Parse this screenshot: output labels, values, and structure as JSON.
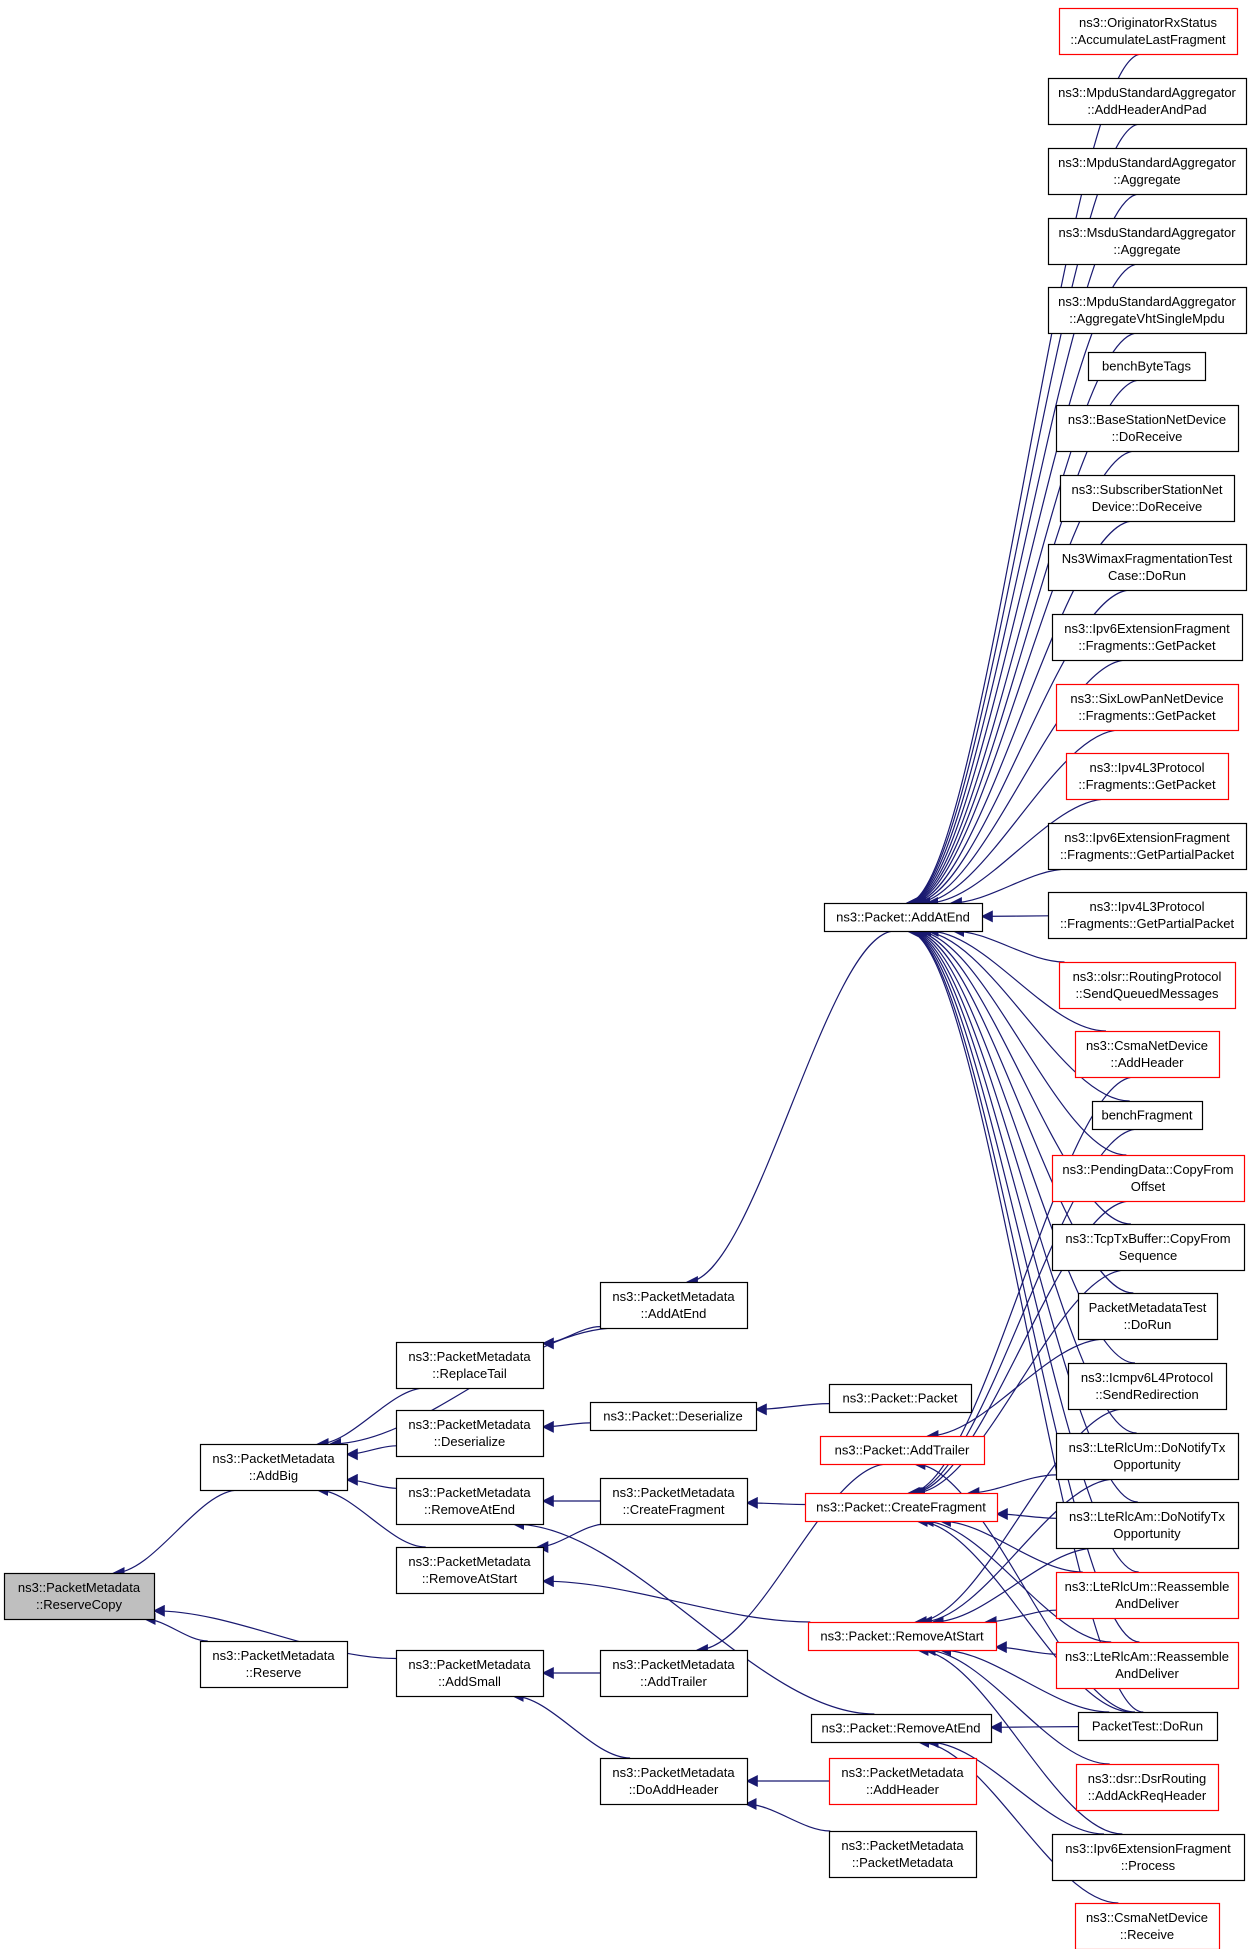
{
  "colors": {
    "edge": "#191970",
    "border_normal": "#000000",
    "border_truncated": "#ff0000",
    "fill_normal": "#ffffff",
    "fill_focus": "#bfbfbf",
    "text": "#000000"
  },
  "nodes": [
    {
      "id": "reservecopy",
      "lines": [
        "ns3::PacketMetadata",
        "::ReserveCopy"
      ],
      "style": "focus"
    },
    {
      "id": "addbig",
      "lines": [
        "ns3::PacketMetadata",
        "::AddBig"
      ],
      "style": "normal"
    },
    {
      "id": "reserve",
      "lines": [
        "ns3::PacketMetadata",
        "::Reserve"
      ],
      "style": "normal"
    },
    {
      "id": "replacetail",
      "lines": [
        "ns3::PacketMetadata",
        "::ReplaceTail"
      ],
      "style": "normal"
    },
    {
      "id": "deserialize",
      "lines": [
        "ns3::PacketMetadata",
        "::Deserialize"
      ],
      "style": "normal"
    },
    {
      "id": "removeatend",
      "lines": [
        "ns3::PacketMetadata",
        "::RemoveAtEnd"
      ],
      "style": "normal"
    },
    {
      "id": "removeatstart",
      "lines": [
        "ns3::PacketMetadata",
        "::RemoveAtStart"
      ],
      "style": "normal"
    },
    {
      "id": "addsmall",
      "lines": [
        "ns3::PacketMetadata",
        "::AddSmall"
      ],
      "style": "normal"
    },
    {
      "id": "pm_addatend",
      "lines": [
        "ns3::PacketMetadata",
        "::AddAtEnd"
      ],
      "style": "normal"
    },
    {
      "id": "pkt_deserialize",
      "lines": [
        "ns3::Packet::Deserialize"
      ],
      "style": "normal"
    },
    {
      "id": "pm_createfragment",
      "lines": [
        "ns3::PacketMetadata",
        "::CreateFragment"
      ],
      "style": "normal"
    },
    {
      "id": "pm_addtrailer",
      "lines": [
        "ns3::PacketMetadata",
        "::AddTrailer"
      ],
      "style": "normal"
    },
    {
      "id": "pm_doaddheader",
      "lines": [
        "ns3::PacketMetadata",
        "::DoAddHeader"
      ],
      "style": "normal"
    },
    {
      "id": "pkt_addatend",
      "lines": [
        "ns3::Packet::AddAtEnd"
      ],
      "style": "normal"
    },
    {
      "id": "pkt_packet",
      "lines": [
        "ns3::Packet::Packet"
      ],
      "style": "normal"
    },
    {
      "id": "pkt_addtrailer",
      "lines": [
        "ns3::Packet::AddTrailer"
      ],
      "style": "truncated"
    },
    {
      "id": "pkt_createfragment",
      "lines": [
        "ns3::Packet::CreateFragment"
      ],
      "style": "truncated"
    },
    {
      "id": "pkt_removeatstart",
      "lines": [
        "ns3::Packet::RemoveAtStart"
      ],
      "style": "truncated"
    },
    {
      "id": "pkt_removeatend",
      "lines": [
        "ns3::Packet::RemoveAtEnd"
      ],
      "style": "normal"
    },
    {
      "id": "pm_addheader",
      "lines": [
        "ns3::PacketMetadata",
        "::AddHeader"
      ],
      "style": "truncated"
    },
    {
      "id": "pm_packetmetadata",
      "lines": [
        "ns3::PacketMetadata",
        "::PacketMetadata"
      ],
      "style": "normal"
    },
    {
      "id": "r_originator",
      "lines": [
        "ns3::OriginatorRxStatus",
        "::AccumulateLastFragment"
      ],
      "style": "truncated"
    },
    {
      "id": "r_mpdu_addheaderandpad",
      "lines": [
        "ns3::MpduStandardAggregator",
        "::AddHeaderAndPad"
      ],
      "style": "normal"
    },
    {
      "id": "r_mpdu_aggregate",
      "lines": [
        "ns3::MpduStandardAggregator",
        "::Aggregate"
      ],
      "style": "normal"
    },
    {
      "id": "r_msdu_aggregate",
      "lines": [
        "ns3::MsduStandardAggregator",
        "::Aggregate"
      ],
      "style": "normal"
    },
    {
      "id": "r_mpdu_aggvht",
      "lines": [
        "ns3::MpduStandardAggregator",
        "::AggregateVhtSingleMpdu"
      ],
      "style": "normal"
    },
    {
      "id": "r_benchbytetags",
      "lines": [
        "benchByteTags"
      ],
      "style": "normal"
    },
    {
      "id": "r_basestation",
      "lines": [
        "ns3::BaseStationNetDevice",
        "::DoReceive"
      ],
      "style": "normal"
    },
    {
      "id": "r_subscriber",
      "lines": [
        "ns3::SubscriberStationNet",
        "Device::DoReceive"
      ],
      "style": "normal"
    },
    {
      "id": "r_wimaxfrag",
      "lines": [
        "Ns3WimaxFragmentationTest",
        "Case::DoRun"
      ],
      "style": "normal"
    },
    {
      "id": "r_ipv6ext_getpacket",
      "lines": [
        "ns3::Ipv6ExtensionFragment",
        "::Fragments::GetPacket"
      ],
      "style": "normal"
    },
    {
      "id": "r_sixlowpan",
      "lines": [
        "ns3::SixLowPanNetDevice",
        "::Fragments::GetPacket"
      ],
      "style": "truncated"
    },
    {
      "id": "r_ipv4l3_getpacket",
      "lines": [
        "ns3::Ipv4L3Protocol",
        "::Fragments::GetPacket"
      ],
      "style": "truncated"
    },
    {
      "id": "r_ipv6ext_partial",
      "lines": [
        "ns3::Ipv6ExtensionFragment",
        "::Fragments::GetPartialPacket"
      ],
      "style": "normal"
    },
    {
      "id": "r_ipv4l3_partial",
      "lines": [
        "ns3::Ipv4L3Protocol",
        "::Fragments::GetPartialPacket"
      ],
      "style": "normal"
    },
    {
      "id": "r_olsr",
      "lines": [
        "ns3::olsr::RoutingProtocol",
        "::SendQueuedMessages"
      ],
      "style": "truncated"
    },
    {
      "id": "r_csma_addheader",
      "lines": [
        "ns3::CsmaNetDevice",
        "::AddHeader"
      ],
      "style": "truncated"
    },
    {
      "id": "r_benchfragment",
      "lines": [
        "benchFragment"
      ],
      "style": "normal"
    },
    {
      "id": "r_pendingdata",
      "lines": [
        "ns3::PendingData::CopyFrom",
        "Offset"
      ],
      "style": "truncated"
    },
    {
      "id": "r_tcptxbuffer",
      "lines": [
        "ns3::TcpTxBuffer::CopyFrom",
        "Sequence"
      ],
      "style": "normal"
    },
    {
      "id": "r_packetmetadatatest",
      "lines": [
        "PacketMetadataTest",
        "::DoRun"
      ],
      "style": "normal"
    },
    {
      "id": "r_icmpv6",
      "lines": [
        "ns3::Icmpv6L4Protocol",
        "::SendRedirection"
      ],
      "style": "normal"
    },
    {
      "id": "r_ltercum_notify",
      "lines": [
        "ns3::LteRlcUm::DoNotifyTx",
        "Opportunity"
      ],
      "style": "normal"
    },
    {
      "id": "r_lterlcam_notify",
      "lines": [
        "ns3::LteRlcAm::DoNotifyTx",
        "Opportunity"
      ],
      "style": "normal"
    },
    {
      "id": "r_ltercum_reassemble",
      "lines": [
        "ns3::LteRlcUm::Reassemble",
        "AndDeliver"
      ],
      "style": "truncated"
    },
    {
      "id": "r_lterlcam_reassemble",
      "lines": [
        "ns3::LteRlcAm::Reassemble",
        "AndDeliver"
      ],
      "style": "truncated"
    },
    {
      "id": "r_packettest",
      "lines": [
        "PacketTest::DoRun"
      ],
      "style": "normal"
    },
    {
      "id": "r_dsr",
      "lines": [
        "ns3::dsr::DsrRouting",
        "::AddAckReqHeader"
      ],
      "style": "truncated"
    },
    {
      "id": "r_ipv6ext_process",
      "lines": [
        "ns3::Ipv6ExtensionFragment",
        "::Process"
      ],
      "style": "normal"
    },
    {
      "id": "r_csma_receive",
      "lines": [
        "ns3::CsmaNetDevice",
        "::Receive"
      ],
      "style": "truncated"
    }
  ],
  "edges": [
    [
      "addbig",
      "reservecopy"
    ],
    [
      "reserve",
      "reservecopy"
    ],
    [
      "addsmall",
      "reservecopy"
    ],
    [
      "pm_addatend",
      "addbig"
    ],
    [
      "replacetail",
      "addbig"
    ],
    [
      "deserialize",
      "addbig"
    ],
    [
      "removeatend",
      "addbig"
    ],
    [
      "removeatstart",
      "addbig"
    ],
    [
      "pm_addatend",
      "replacetail"
    ],
    [
      "pkt_deserialize",
      "deserialize"
    ],
    [
      "pm_createfragment",
      "removeatend"
    ],
    [
      "pkt_removeatend",
      "removeatend"
    ],
    [
      "pkt_removeatstart",
      "removeatstart"
    ],
    [
      "pm_createfragment",
      "removeatstart"
    ],
    [
      "pm_addtrailer",
      "addsmall"
    ],
    [
      "pm_doaddheader",
      "addsmall"
    ],
    [
      "pkt_addatend",
      "pm_addatend"
    ],
    [
      "pkt_packet",
      "pkt_deserialize"
    ],
    [
      "pkt_createfragment",
      "pm_createfragment"
    ],
    [
      "pkt_addtrailer",
      "pm_addtrailer"
    ],
    [
      "pm_addheader",
      "pm_doaddheader"
    ],
    [
      "pm_packetmetadata",
      "pm_doaddheader"
    ],
    [
      "r_originator",
      "pkt_addatend"
    ],
    [
      "r_mpdu_addheaderandpad",
      "pkt_addatend"
    ],
    [
      "r_mpdu_aggregate",
      "pkt_addatend"
    ],
    [
      "r_msdu_aggregate",
      "pkt_addatend"
    ],
    [
      "r_mpdu_aggvht",
      "pkt_addatend"
    ],
    [
      "r_benchbytetags",
      "pkt_addatend"
    ],
    [
      "r_basestation",
      "pkt_addatend"
    ],
    [
      "r_subscriber",
      "pkt_addatend"
    ],
    [
      "r_wimaxfrag",
      "pkt_addatend"
    ],
    [
      "r_ipv6ext_getpacket",
      "pkt_addatend"
    ],
    [
      "r_sixlowpan",
      "pkt_addatend"
    ],
    [
      "r_ipv4l3_getpacket",
      "pkt_addatend"
    ],
    [
      "r_ipv6ext_partial",
      "pkt_addatend"
    ],
    [
      "r_ipv4l3_partial",
      "pkt_addatend"
    ],
    [
      "r_olsr",
      "pkt_addatend"
    ],
    [
      "r_csma_addheader",
      "pkt_addatend"
    ],
    [
      "r_benchfragment",
      "pkt_addatend"
    ],
    [
      "r_pendingdata",
      "pkt_addatend"
    ],
    [
      "r_tcptxbuffer",
      "pkt_addatend"
    ],
    [
      "r_packetmetadatatest",
      "pkt_addatend"
    ],
    [
      "r_icmpv6",
      "pkt_addatend"
    ],
    [
      "r_ltercum_notify",
      "pkt_addatend"
    ],
    [
      "r_lterlcam_notify",
      "pkt_addatend"
    ],
    [
      "r_ltercum_reassemble",
      "pkt_addatend"
    ],
    [
      "r_lterlcam_reassemble",
      "pkt_addatend"
    ],
    [
      "r_packettest",
      "pkt_addatend"
    ],
    [
      "r_packetmetadatatest",
      "pkt_addtrailer"
    ],
    [
      "r_packettest",
      "pkt_addtrailer"
    ],
    [
      "r_csma_addheader",
      "pkt_createfragment"
    ],
    [
      "r_benchfragment",
      "pkt_createfragment"
    ],
    [
      "r_pendingdata",
      "pkt_createfragment"
    ],
    [
      "r_tcptxbuffer",
      "pkt_createfragment"
    ],
    [
      "r_ltercum_notify",
      "pkt_createfragment"
    ],
    [
      "r_lterlcam_notify",
      "pkt_createfragment"
    ],
    [
      "r_ltercum_reassemble",
      "pkt_createfragment"
    ],
    [
      "r_lterlcam_reassemble",
      "pkt_createfragment"
    ],
    [
      "r_packettest",
      "pkt_createfragment"
    ],
    [
      "r_icmpv6",
      "pkt_removeatstart"
    ],
    [
      "r_ltercum_notify",
      "pkt_removeatstart"
    ],
    [
      "r_lterlcam_notify",
      "pkt_removeatstart"
    ],
    [
      "r_ltercum_reassemble",
      "pkt_removeatstart"
    ],
    [
      "r_lterlcam_reassemble",
      "pkt_removeatstart"
    ],
    [
      "r_packettest",
      "pkt_removeatstart"
    ],
    [
      "r_dsr",
      "pkt_removeatstart"
    ],
    [
      "r_ipv6ext_process",
      "pkt_removeatstart"
    ],
    [
      "r_packettest",
      "pkt_removeatend"
    ],
    [
      "r_ipv6ext_process",
      "pkt_removeatend"
    ],
    [
      "r_csma_receive",
      "pkt_removeatend"
    ]
  ]
}
